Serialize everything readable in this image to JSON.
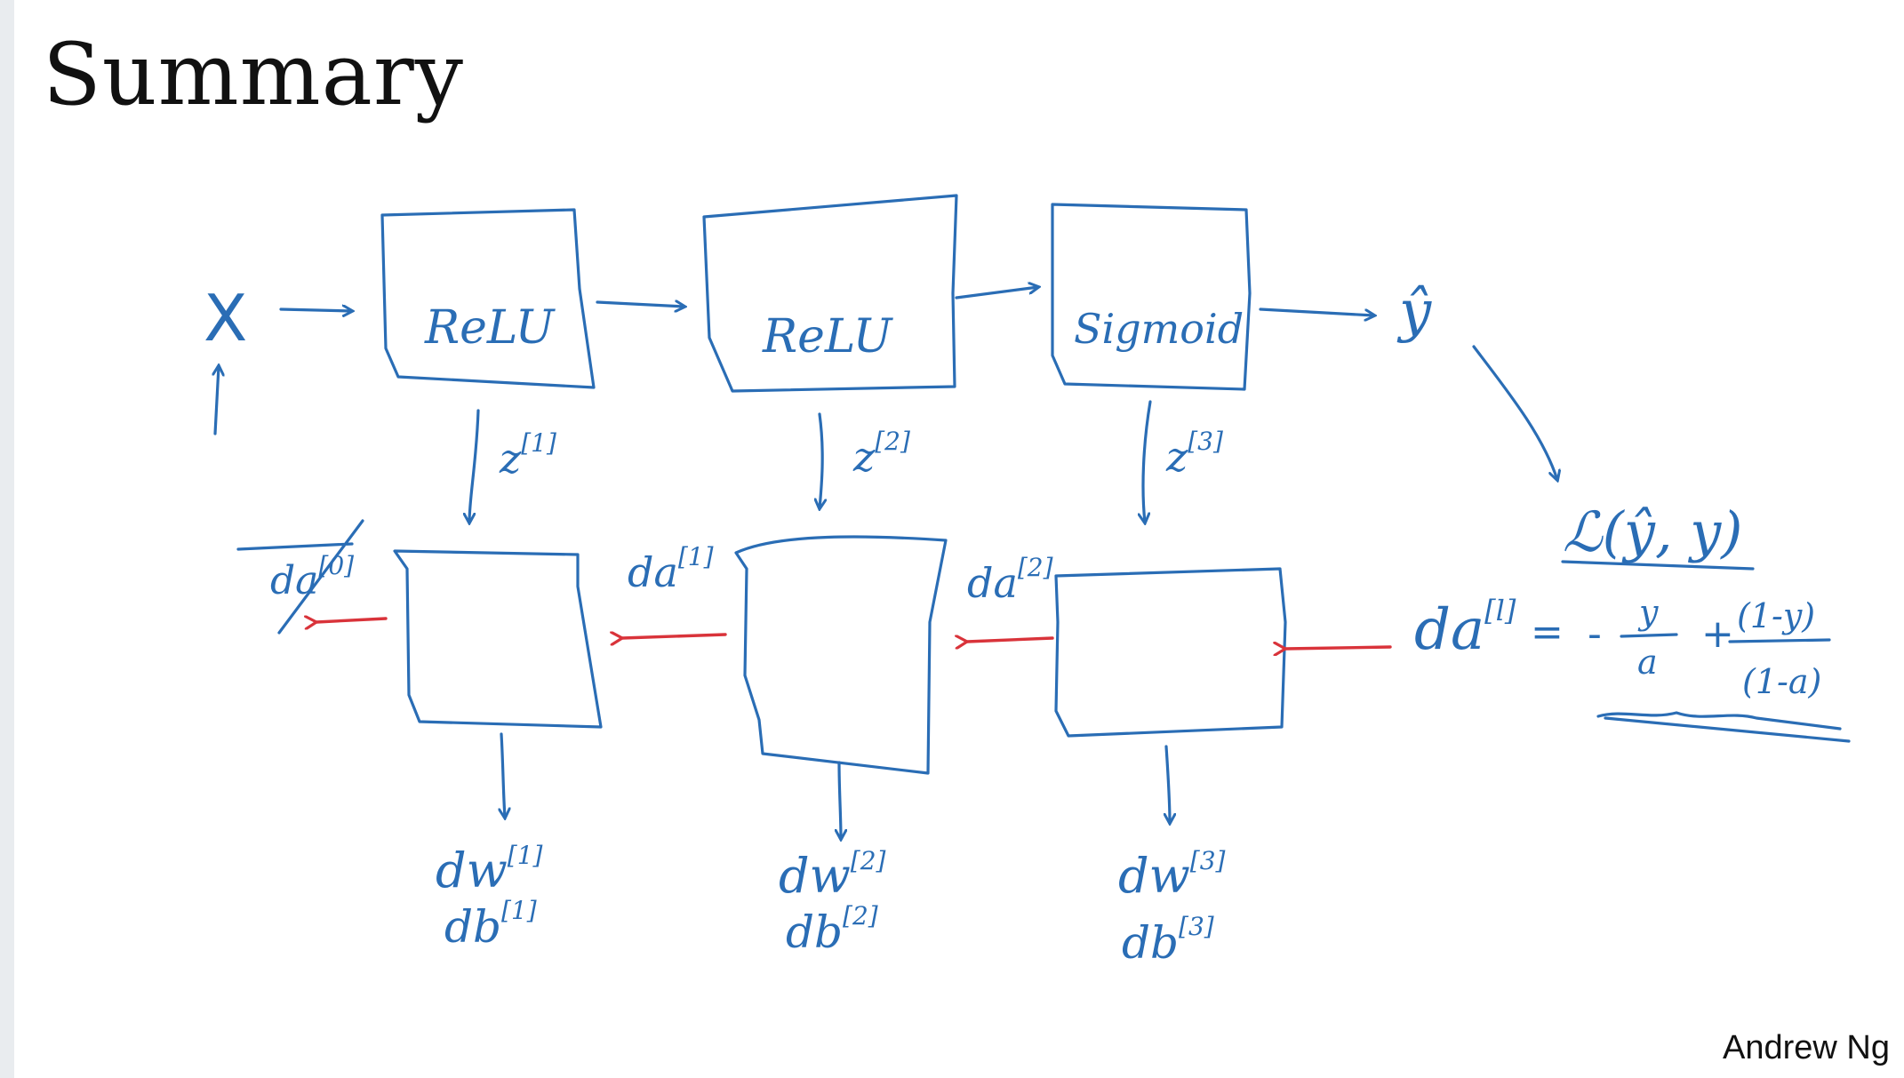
{
  "slide": {
    "title": "Summary",
    "author": "Andrew Ng"
  },
  "colors": {
    "ink": "#2a6db5",
    "backprop": "#d9333a",
    "text": "#111111"
  },
  "forward": {
    "input": "X",
    "output": "ŷ",
    "blocks": [
      "ReLU",
      "ReLU",
      "Sigmoid"
    ],
    "cache": [
      {
        "var": "z",
        "sup": "[1]"
      },
      {
        "var": "z",
        "sup": "[2]"
      },
      {
        "var": "z",
        "sup": "[3]"
      }
    ]
  },
  "backward": {
    "da": [
      {
        "var": "da",
        "sup": "[0]"
      },
      {
        "var": "da",
        "sup": "[1]"
      },
      {
        "var": "da",
        "sup": "[2]"
      }
    ],
    "grads": [
      {
        "dw": "dw",
        "dw_sup": "[1]",
        "db": "db",
        "db_sup": "[1]"
      },
      {
        "dw": "dw",
        "dw_sup": "[2]",
        "db": "db",
        "db_sup": "[2]"
      },
      {
        "dw": "dw",
        "dw_sup": "[3]",
        "db": "db",
        "db_sup": "[3]"
      }
    ]
  },
  "loss": {
    "label": "ℒ(ŷ, y)",
    "lhs_var": "da",
    "lhs_sup": "[l]",
    "equals": "=",
    "term1_sign": "-",
    "term1_num": "y",
    "term1_den": "a",
    "term2_sign": "+",
    "term2_num": "(1-y)",
    "term2_den": "(1-a)"
  }
}
